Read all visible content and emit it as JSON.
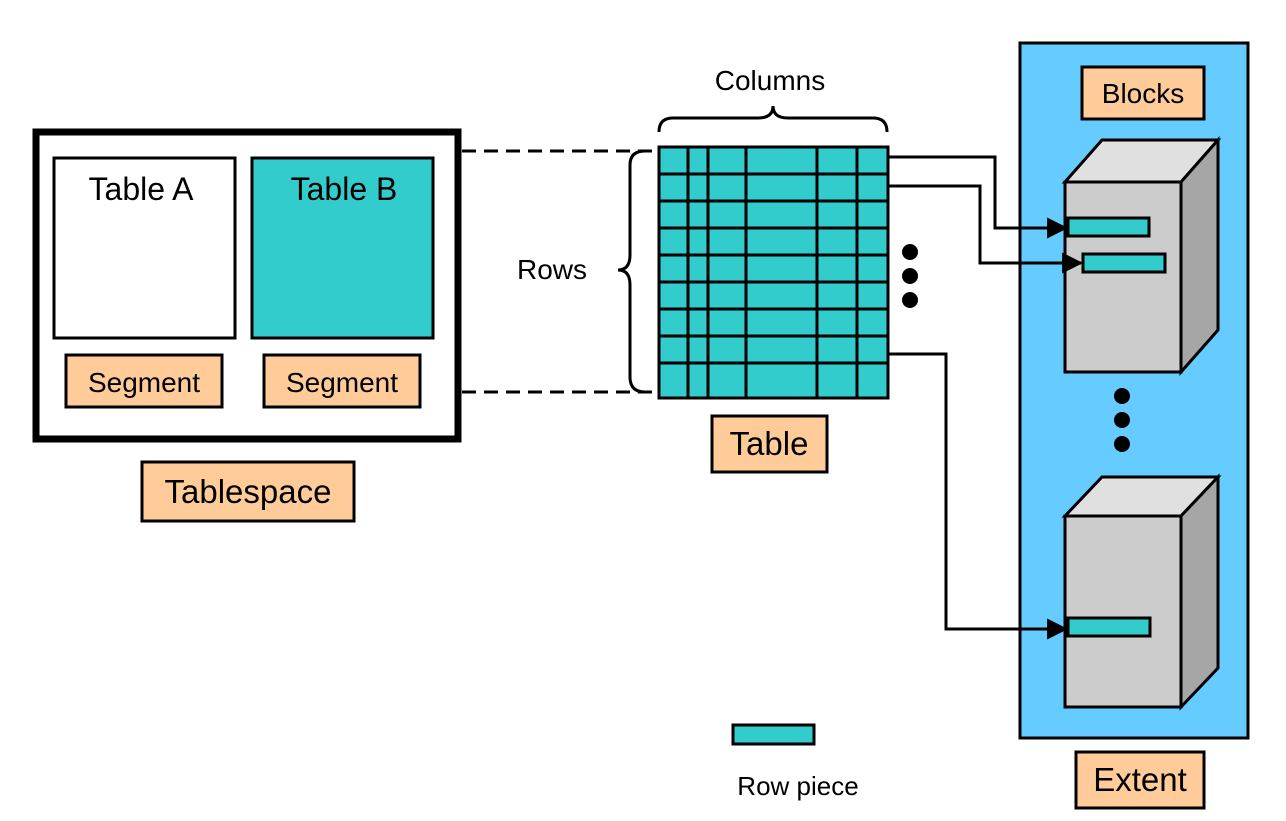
{
  "tablespace": {
    "label": "Tablespace",
    "tables": [
      {
        "name": "Table A",
        "segment_label": "Segment",
        "fill": "#ffffff"
      },
      {
        "name": "Table B",
        "segment_label": "Segment",
        "fill": "#33cccc"
      }
    ]
  },
  "table": {
    "label": "Table",
    "columns_label": "Columns",
    "rows_label": "Rows"
  },
  "extent": {
    "label": "Extent",
    "blocks_label": "Blocks"
  },
  "legend": {
    "row_piece_label": "Row piece"
  },
  "colors": {
    "teal": "#33cccc",
    "label_box": "#ffcc99",
    "extent_bg": "#66ccff",
    "block_front": "#cccccc",
    "block_top": "#e0e0e0",
    "block_side": "#a6a6a6"
  }
}
